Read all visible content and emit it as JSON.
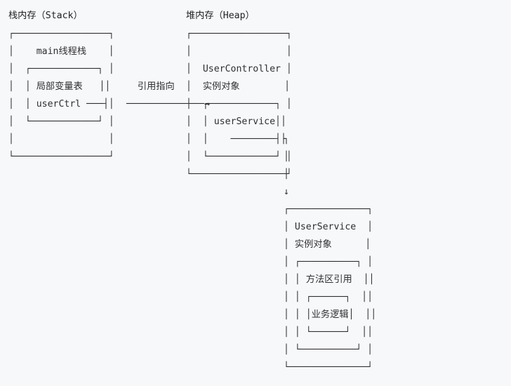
{
  "page": {
    "background_color": "#f7f8fa",
    "text_color": "#2f2f33",
    "title": "Java 内存结构图 栈内存与堆内存引用关系"
  },
  "stack_region": {
    "title": "栈内存（Stack）",
    "outer_box_label": "main线程栈",
    "inner_box_label": "局部变量表",
    "variable_name": "userCtrl",
    "art": "┌─────────────────┐\n│    main线程栈    │\n│  ┌────────────┐ │\n│  │ 局部变量表   ││\n│  │ userCtrl ───┤│\n│  └────────────┘ │\n│                 │\n└─────────────────┘"
  },
  "reference_arrow": {
    "label": "引用指向",
    "art": "  引用指向\n──────────────→"
  },
  "heap_region": {
    "title": "堆内存（Heap）",
    "outer_box_label_line1": "UserController",
    "outer_box_label_line2": "实例对象",
    "inner_box_label": "userService",
    "art": "┌─────────────────┐\n│                 │\n│  UserController │\n│  实例对象        │\n│  ┌────────────┐ │\n│  │ userService││\n│  │    ────────┤├\n│  └────────────┘ │\n└─────────────────┘"
  },
  "elbow_connector": {
    "art": "┐\n│\n│\n↓",
    "description": "heap-to-service-connector"
  },
  "service_region": {
    "outer_box_label_line1": "UserService",
    "outer_box_label_line2": "实例对象",
    "inner_box_label": "方法区引用",
    "innermost_box_label": "业务逻辑",
    "art": "┌──────────────┐\n│ UserService  │\n│ 实例对象      │\n│ ┌──────────┐ │\n│ │ 方法区引用  ││\n│ │ ┌──────┐  ││\n│ │ │业务逻辑│  ││\n│ │ └──────┘  ││\n│ └──────────┘ │\n└──────────────┘"
  },
  "labels": {
    "stack_title": "栈内存（Stack）",
    "heap_title": "堆内存（Heap）",
    "arrow_caption": "引用指向",
    "main_thread_stack": "main线程栈",
    "local_variable_table": "局部变量表",
    "user_ctrl": "userCtrl",
    "user_controller": "UserController",
    "instance_object": "实例对象",
    "user_service_field": "userService",
    "user_service_class": "UserService",
    "method_area_ref": "方法区引用",
    "business_logic": "业务逻辑"
  }
}
